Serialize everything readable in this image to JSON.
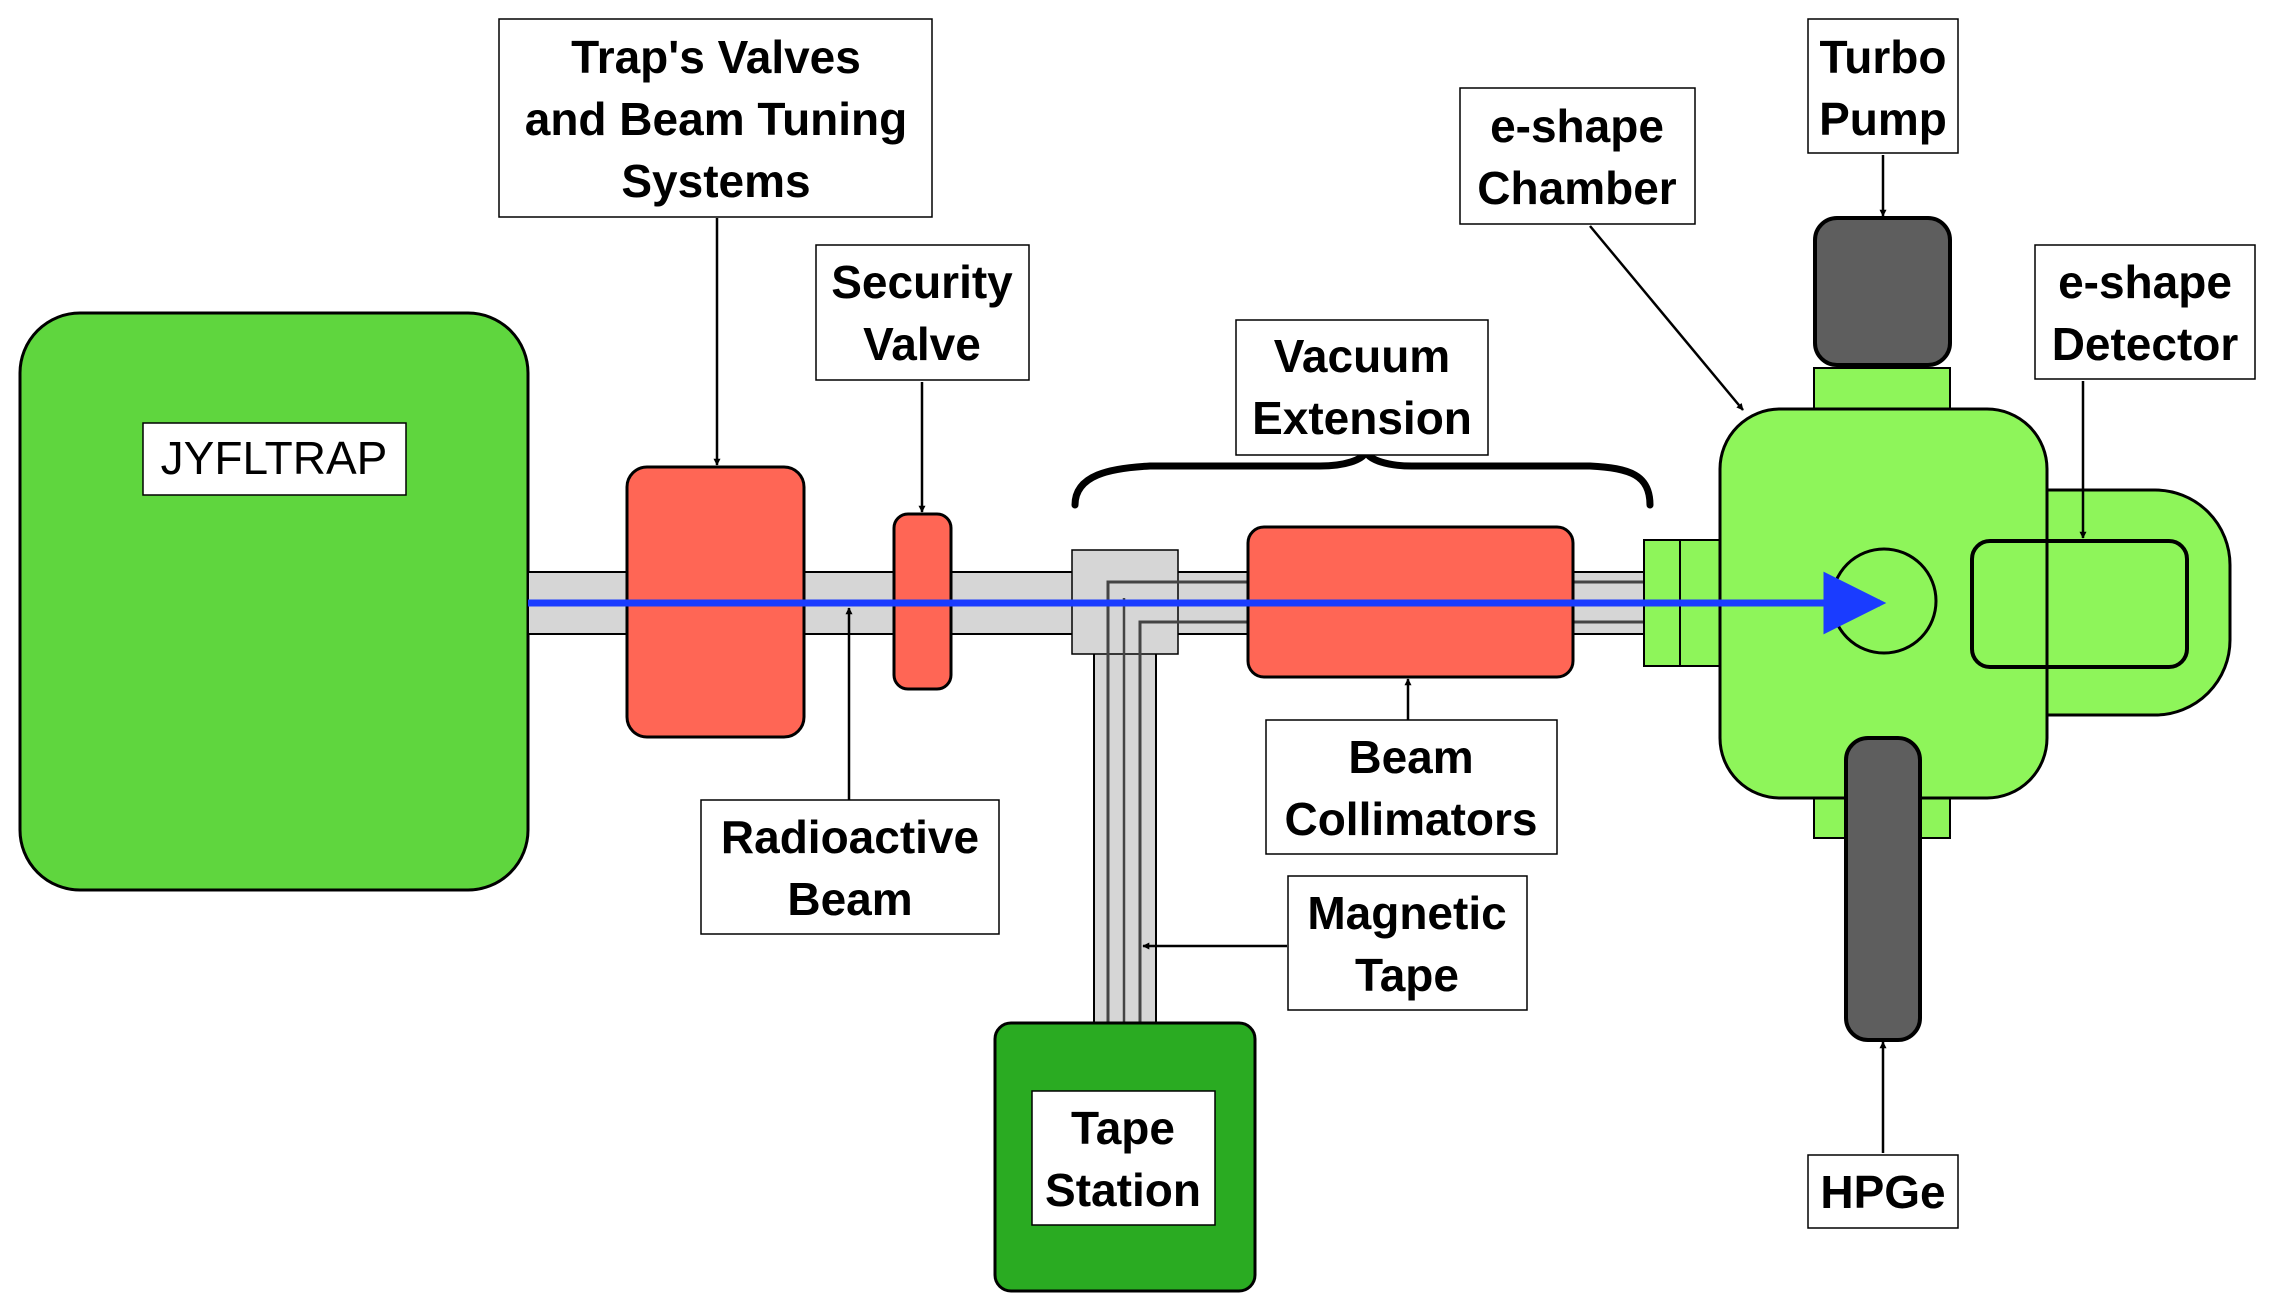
{
  "labels": {
    "jyfltrap": "JYFLTRAP",
    "traps_valves": [
      "Trap's Valves",
      "and Beam Tuning",
      "Systems"
    ],
    "security_valve": [
      "Security",
      "Valve"
    ],
    "vacuum_extension": [
      "Vacuum",
      "Extension"
    ],
    "eshape_chamber": [
      "e-shape",
      "Chamber"
    ],
    "turbo_pump": [
      "Turbo",
      "Pump"
    ],
    "eshape_detector": [
      "e-shape",
      "Detector"
    ],
    "radioactive_beam": [
      "Radioactive",
      "Beam"
    ],
    "beam_collimators": [
      "Beam",
      "Collimators"
    ],
    "magnetic_tape": [
      "Magnetic",
      "Tape"
    ],
    "tape_station": [
      "Tape",
      "Station"
    ],
    "hpge": "HPGe"
  },
  "colors": {
    "trap_green": "#5fd63e",
    "chamber_green": "#8ef55a",
    "station_green": "#2aab22",
    "component_red": "#ff6655",
    "pump_gray": "#5e5e5e",
    "pipe_gray": "#d6d6d6",
    "beam_blue": "#1a3cff"
  }
}
